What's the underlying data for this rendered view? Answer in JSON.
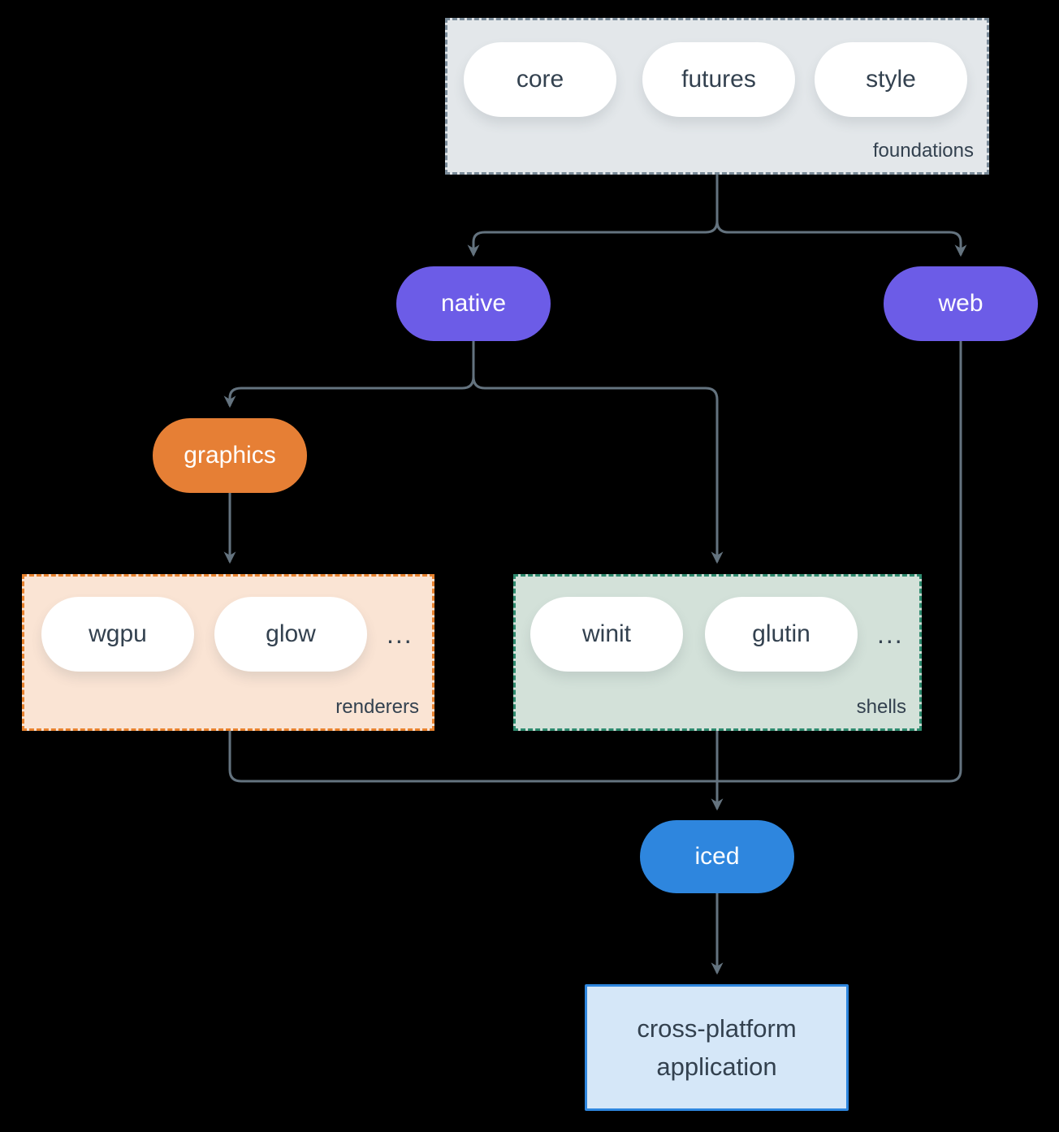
{
  "background_color": "#000000",
  "connector_color": "#64737F",
  "groups": {
    "foundations": {
      "label": "foundations",
      "fill": "#E3E7EA",
      "border_color": "#7A8B99",
      "items": [
        "core",
        "futures",
        "style"
      ]
    },
    "renderers": {
      "label": "renderers",
      "fill": "#FAE4D4",
      "border_color": "#E8822E",
      "items": [
        "wgpu",
        "glow"
      ],
      "ellipsis": "..."
    },
    "shells": {
      "label": "shells",
      "fill": "#D3E1D9",
      "border_color": "#2E8A6E",
      "items": [
        "winit",
        "glutin"
      ],
      "ellipsis": "..."
    }
  },
  "nodes": {
    "native": {
      "label": "native",
      "fill": "#6C5CE7",
      "text_color": "#FFFFFF"
    },
    "web": {
      "label": "web",
      "fill": "#6C5CE7",
      "text_color": "#FFFFFF"
    },
    "graphics": {
      "label": "graphics",
      "fill": "#E67F35",
      "text_color": "#FFFFFF"
    },
    "iced": {
      "label": "iced",
      "fill": "#2E86DE",
      "text_color": "#FFFFFF"
    }
  },
  "app_box": {
    "line1": "cross-platform",
    "line2": "application",
    "fill": "#D5E7F8",
    "border_color": "#2E86DE",
    "text_color": "#33414F"
  },
  "edges": [
    {
      "from": "foundations",
      "to": "native"
    },
    {
      "from": "foundations",
      "to": "web"
    },
    {
      "from": "native",
      "to": "graphics"
    },
    {
      "from": "native",
      "to": "shells"
    },
    {
      "from": "graphics",
      "to": "renderers"
    },
    {
      "from": "renderers",
      "to": "iced"
    },
    {
      "from": "shells",
      "to": "iced"
    },
    {
      "from": "web",
      "to": "iced"
    },
    {
      "from": "iced",
      "to": "cross-platform application"
    }
  ]
}
